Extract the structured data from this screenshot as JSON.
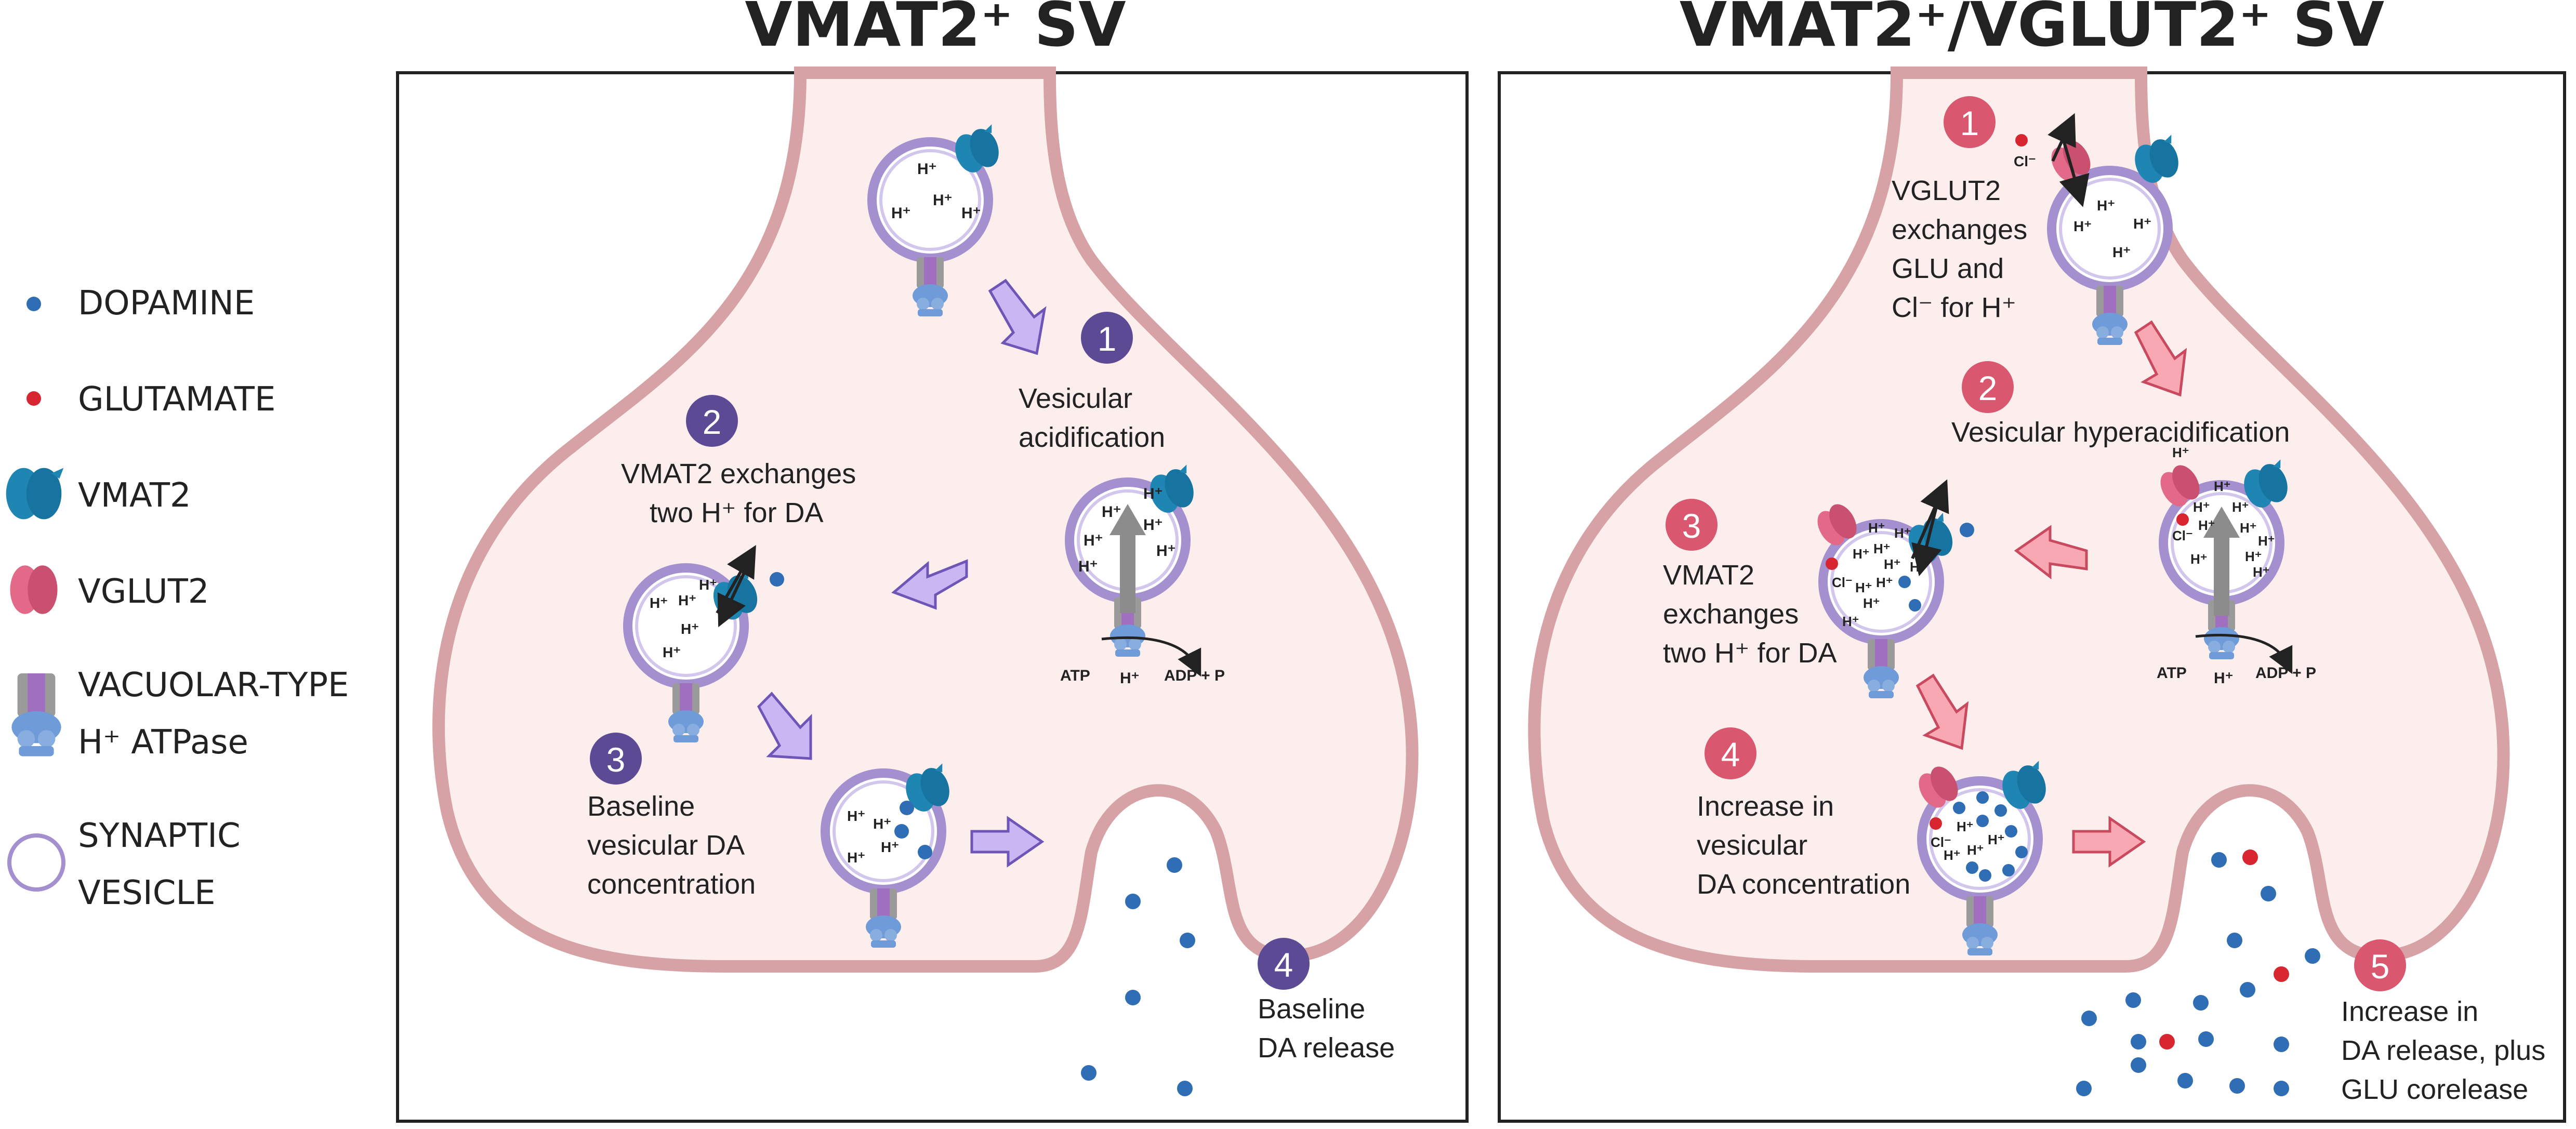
{
  "titles": {
    "left": "VMAT2⁺ SV",
    "right": "VMAT2⁺/VGLUT2⁺ SV"
  },
  "legend": {
    "dopamine": "DOPAMINE",
    "glutamate": "GLUTAMATE",
    "vmat2": "VMAT2",
    "vglut2": "VGLUT2",
    "atpase_line1": "VACUOLAR-TYPE",
    "atpase_line2": "H⁺ ATPase",
    "vesicle_line1": "SYNAPTIC",
    "vesicle_line2": "VESICLE"
  },
  "left_panel": {
    "step1": {
      "num": "1",
      "line1": "Vesicular",
      "line2": "acidification"
    },
    "step2": {
      "num": "2",
      "line1": "VMAT2 exchanges",
      "line2": "two H⁺ for DA"
    },
    "step3": {
      "num": "3",
      "line1": "Baseline",
      "line2": "vesicular DA",
      "line3": "concentration"
    },
    "step4": {
      "num": "4",
      "line1": "Baseline",
      "line2": "DA release"
    },
    "atp": "ATP",
    "hplus": "H⁺",
    "adp": "ADP + P"
  },
  "right_panel": {
    "step1": {
      "num": "1",
      "line1": "VGLUT2",
      "line2": "exchanges",
      "line3": "GLU and",
      "line4": "Cl⁻ for  H⁺"
    },
    "step2": {
      "num": "2",
      "line1": "Vesicular hyperacidification"
    },
    "step3": {
      "num": "3",
      "line1": "VMAT2",
      "line2": "exchanges",
      "line3": "two H⁺ for DA"
    },
    "step4": {
      "num": "4",
      "line1": "Increase in",
      "line2": "vesicular",
      "line3": "DA concentration"
    },
    "step5": {
      "num": "5",
      "line1": "Increase in",
      "line2": "DA release, plus",
      "line3": "GLU corelease"
    },
    "atp": "ATP",
    "hplus": "H⁺",
    "adp": "ADP + P",
    "cl": "Cl⁻"
  },
  "colors": {
    "dopamine": "#2f6db5",
    "glutamate": "#d7262f",
    "vmat2": "#1f86b3",
    "vglut2": "#e26a88",
    "vesicle": "#a48fcf",
    "step_left": "#5c4a94",
    "step_right": "#d9576f",
    "arrow_left": "#c9b6f3",
    "arrow_right": "#f7a8b3",
    "terminal_fill": "#fdeeee",
    "terminal_stroke": "#d6a2a6"
  }
}
